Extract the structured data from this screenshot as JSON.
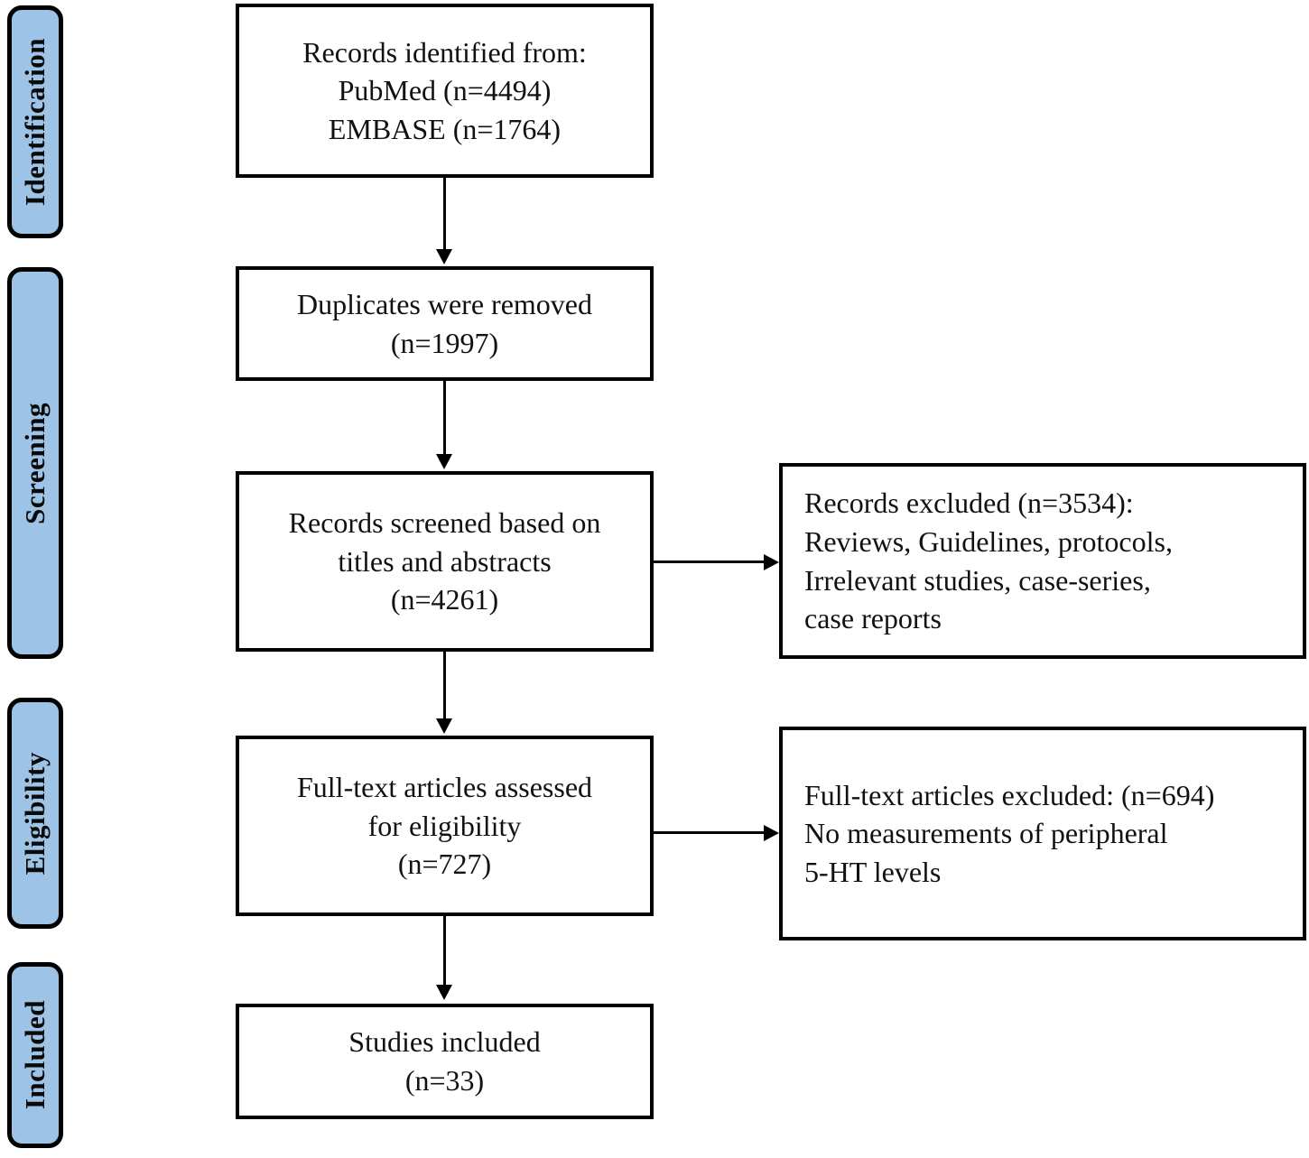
{
  "diagram": {
    "type": "prisma-flow-diagram",
    "accent_color": "#9DC3E6",
    "border_color": "#000000",
    "background_color": "#FFFFFF"
  },
  "stages": [
    {
      "id": "identification",
      "label": "Identification"
    },
    {
      "id": "screening",
      "label": "Screening"
    },
    {
      "id": "eligibility",
      "label": "Eligibility"
    },
    {
      "id": "included",
      "label": "Included"
    }
  ],
  "flow_boxes": [
    {
      "id": "records-identified",
      "lines": [
        "Records identified from:",
        "PubMed (n=4494)",
        "EMBASE (n=1764)"
      ]
    },
    {
      "id": "duplicates-removed",
      "lines": [
        "Duplicates were removed",
        "(n=1997)"
      ]
    },
    {
      "id": "records-screened",
      "lines": [
        "Records screened based on",
        "titles and abstracts",
        "(n=4261)"
      ]
    },
    {
      "id": "full-text-assessed",
      "lines": [
        "Full-text articles assessed",
        "for eligibility",
        "(n=727)"
      ]
    },
    {
      "id": "studies-included",
      "lines": [
        "Studies included",
        "(n=33)"
      ]
    }
  ],
  "exclusion_boxes": [
    {
      "id": "records-excluded",
      "lines": [
        "Records excluded (n=3534):",
        "Reviews, Guidelines, protocols,",
        "Irrelevant studies, case-series,",
        "case reports"
      ]
    },
    {
      "id": "full-text-excluded",
      "lines": [
        "Full-text articles excluded: (n=694)",
        "No measurements of peripheral",
        "5-HT levels"
      ]
    }
  ],
  "counts": {
    "pubmed": 4494,
    "embase": 1764,
    "duplicates_removed": 1997,
    "records_screened": 4261,
    "records_excluded": 3534,
    "full_text_assessed": 727,
    "full_text_excluded": 694,
    "studies_included": 33
  }
}
